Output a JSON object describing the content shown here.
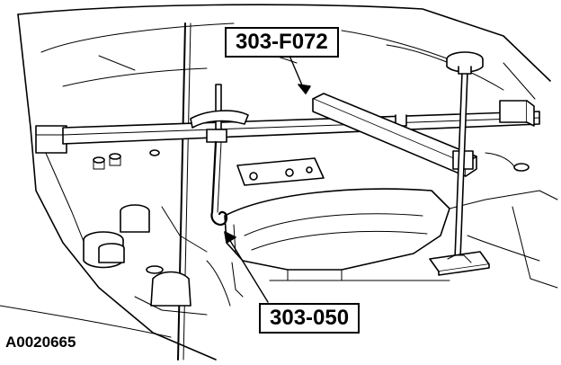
{
  "diagram": {
    "callouts": {
      "support_bar_tool": "303-F072",
      "hook_tool": "303-050"
    },
    "figure_id": "A0020665",
    "colors": {
      "line": "#000000",
      "fill": "#ffffff",
      "shade": "#e6e6e6"
    }
  }
}
